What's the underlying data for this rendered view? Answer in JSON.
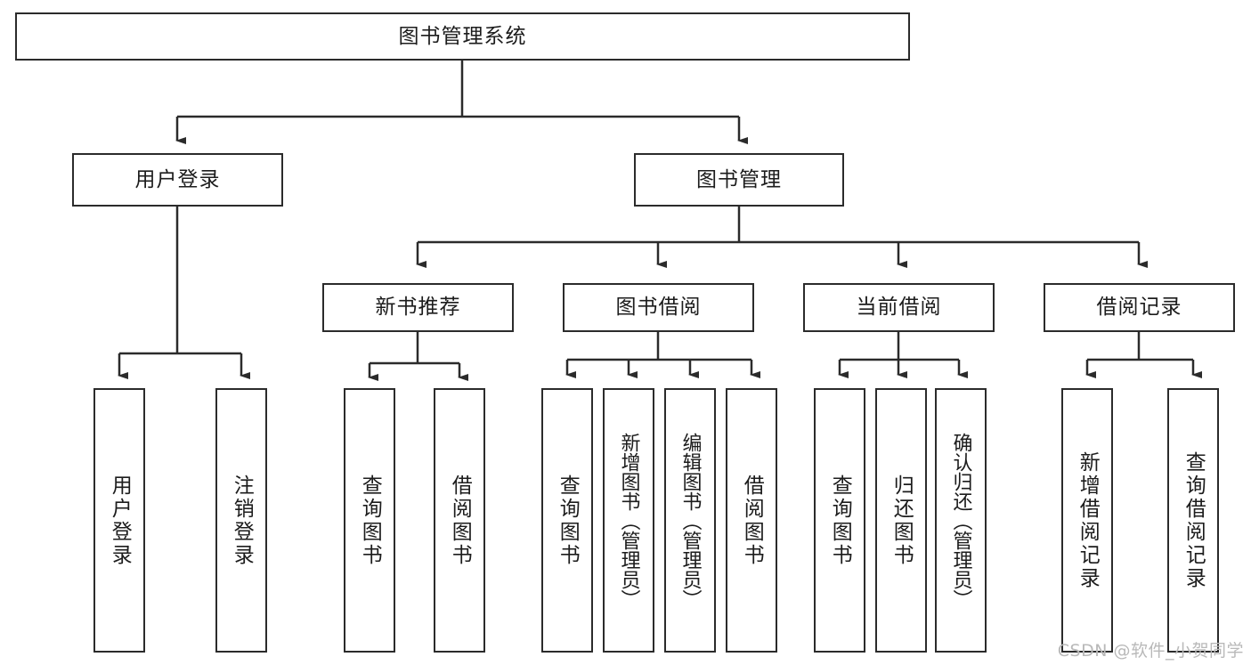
{
  "diagram": {
    "title": "图书管理系统",
    "type": "tree-hierarchy",
    "root": {
      "id": "root",
      "label": "图书管理系统",
      "orientation": "horizontal"
    },
    "level2": [
      {
        "id": "user-login",
        "label": "用户登录",
        "orientation": "horizontal"
      },
      {
        "id": "book-management",
        "label": "图书管理",
        "orientation": "horizontal"
      }
    ],
    "level3": [
      {
        "id": "new-book-recommend",
        "label": "新书推荐",
        "orientation": "horizontal",
        "parent": "book-management"
      },
      {
        "id": "book-borrow",
        "label": "图书借阅",
        "orientation": "horizontal",
        "parent": "book-management"
      },
      {
        "id": "current-borrow",
        "label": "当前借阅",
        "orientation": "horizontal",
        "parent": "book-management"
      },
      {
        "id": "borrow-record",
        "label": "借阅记录",
        "orientation": "horizontal",
        "parent": "book-management"
      }
    ],
    "leaves": [
      {
        "id": "leaf-user-login",
        "label": "用户登录",
        "parent": "user-login"
      },
      {
        "id": "leaf-logout-login",
        "label": "注销登录",
        "parent": "user-login"
      },
      {
        "id": "leaf-query-book-1",
        "label": "查询图书",
        "parent": "new-book-recommend"
      },
      {
        "id": "leaf-borrow-book-1",
        "label": "借阅图书",
        "parent": "new-book-recommend"
      },
      {
        "id": "leaf-query-book-2",
        "label": "查询图书",
        "parent": "book-borrow"
      },
      {
        "id": "leaf-add-book",
        "label": "新增图书（管理员）",
        "parent": "book-borrow"
      },
      {
        "id": "leaf-edit-book",
        "label": "编辑图书（管理员）",
        "parent": "book-borrow"
      },
      {
        "id": "leaf-borrow-book-2",
        "label": "借阅图书",
        "parent": "book-borrow"
      },
      {
        "id": "leaf-query-book-3",
        "label": "查询图书",
        "parent": "current-borrow"
      },
      {
        "id": "leaf-return-book",
        "label": "归还图书",
        "parent": "current-borrow"
      },
      {
        "id": "leaf-confirm-return",
        "label": "确认归还（管理员）",
        "parent": "current-borrow"
      },
      {
        "id": "leaf-add-record",
        "label": "新增借阅记录",
        "parent": "borrow-record"
      },
      {
        "id": "leaf-query-record",
        "label": "查询借阅记录",
        "parent": "borrow-record"
      }
    ]
  },
  "watermark": {
    "text": "CSDN @软件_小贺同学"
  },
  "colors": {
    "border": "#2b2b2b",
    "background": "#ffffff",
    "text": "#1c1c1c",
    "edge": "#2b2b2b",
    "watermark": "#b9b9b9"
  }
}
